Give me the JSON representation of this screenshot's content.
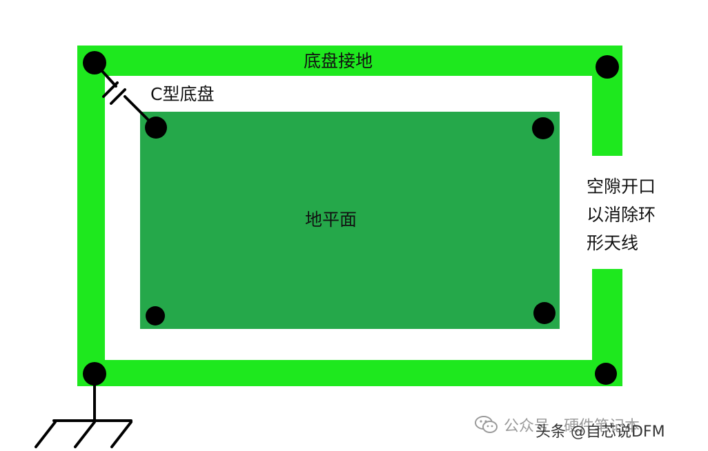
{
  "labels": {
    "chassis_ground": "底盘接地",
    "c_type_chassis": "C型底盘",
    "ground_plane": "地平面",
    "gap_note": [
      "空隙开口",
      "以消除环",
      "形天线"
    ]
  },
  "watermark": {
    "source": "公众号 · 硬件笔记本",
    "credit": "头条 @自芯说DFM"
  },
  "colors": {
    "chassis": "#1ee81e",
    "ground_plane": "#25a84a",
    "via": "#000000",
    "background": "#ffffff"
  }
}
